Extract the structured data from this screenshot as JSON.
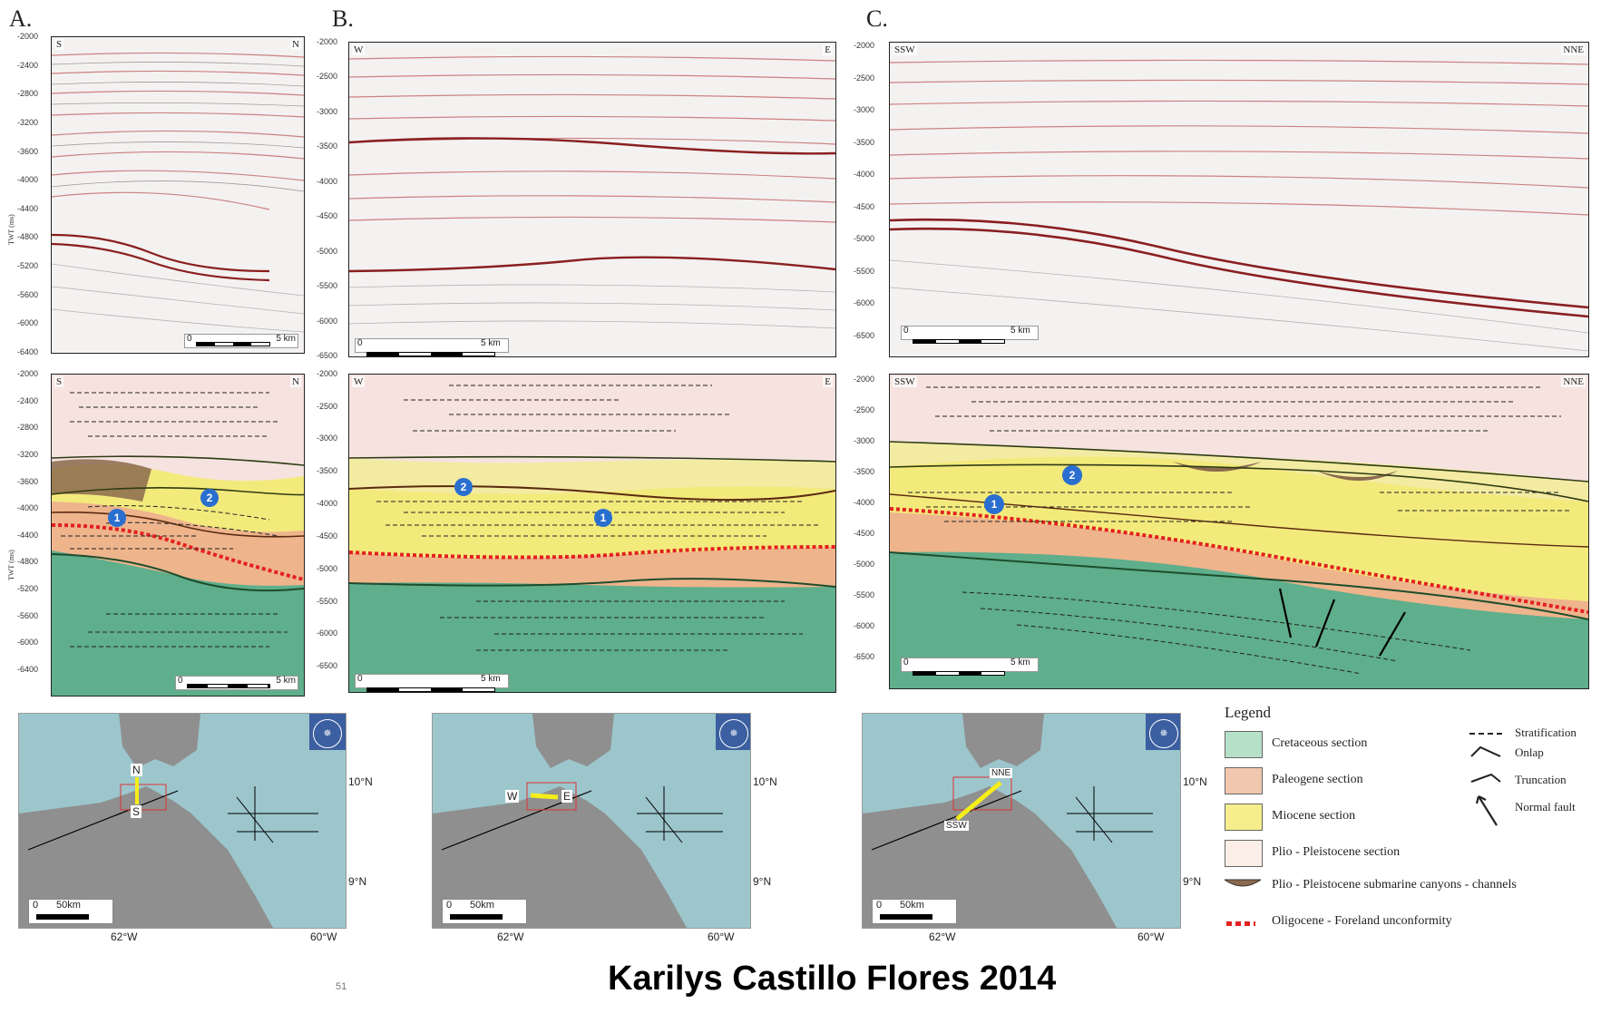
{
  "panels": [
    {
      "label": "A.",
      "left": "S",
      "right": "N",
      "scale": "5 km",
      "scale_zero": "0",
      "ticks": [
        "-2000",
        "-2400",
        "-2800",
        "-3200",
        "-3600",
        "-4000",
        "-4400",
        "-4800",
        "-5200",
        "-5600",
        "-6000",
        "-6400"
      ],
      "ticks_b": [
        "-2000",
        "-2400",
        "-2800",
        "-3200",
        "-3600",
        "-4000",
        "-4400",
        "-4800",
        "-5200",
        "-5600",
        "-6000",
        "-6400"
      ],
      "ylabel": "TWT (ms)"
    },
    {
      "label": "B.",
      "left": "W",
      "right": "E",
      "scale": "5  km",
      "scale_zero": "0",
      "ticks": [
        "-2000",
        "-2500",
        "-3000",
        "-3500",
        "-4000",
        "-4500",
        "-5000",
        "-5500",
        "-6000",
        "-6500"
      ],
      "ticks_b": [
        "-2000",
        "-2500",
        "-3000",
        "-3500",
        "-4000",
        "-4500",
        "-5000",
        "-5500",
        "-6000",
        "-6500"
      ]
    },
    {
      "label": "C.",
      "left": "SSW",
      "right": "NNE",
      "scale": "5  km",
      "scale_zero": "0",
      "ticks": [
        "-2000",
        "-2500",
        "-3000",
        "-3500",
        "-4000",
        "-4500",
        "-5000",
        "-5500",
        "-6000",
        "-6500"
      ],
      "ticks_b": [
        "-2000",
        "-2500",
        "-3000",
        "-3500",
        "-4000",
        "-4500",
        "-5000",
        "-5500",
        "-6000",
        "-6500"
      ]
    }
  ],
  "markers": {
    "one": "1",
    "two": "2"
  },
  "maps": [
    {
      "start": "N",
      "end": "S"
    },
    {
      "start": "W",
      "end": "E"
    },
    {
      "start": "NNE",
      "end": "SSW"
    }
  ],
  "map_labels": {
    "lat1": "10°N",
    "lat2": "9°N",
    "lon1": "62°W",
    "lon2": "60°W",
    "scale_zero": "0",
    "scale": "50km"
  },
  "legend": {
    "title": "Legend",
    "items": [
      "Cretaceous section",
      "Paleogene section",
      "Miocene section",
      "Plio - Pleistocene section",
      "Plio - Pleistocene submarine canyons - channels",
      "Oligocene - Foreland unconformity"
    ],
    "symbols": [
      "Stratification",
      "Onlap",
      "Truncation",
      "Normal fault"
    ]
  },
  "colors": {
    "cretaceous": "#5fae8c",
    "paleogene": "#eeb48c",
    "miocene": "#f3ea7c",
    "plio": "#f6e3df",
    "canyon": "#8a6a4e",
    "unconformity": "#e32020",
    "marker": "#2a6fcf"
  },
  "credit": "Karilys Castillo Flores 2014",
  "page_number": "51"
}
